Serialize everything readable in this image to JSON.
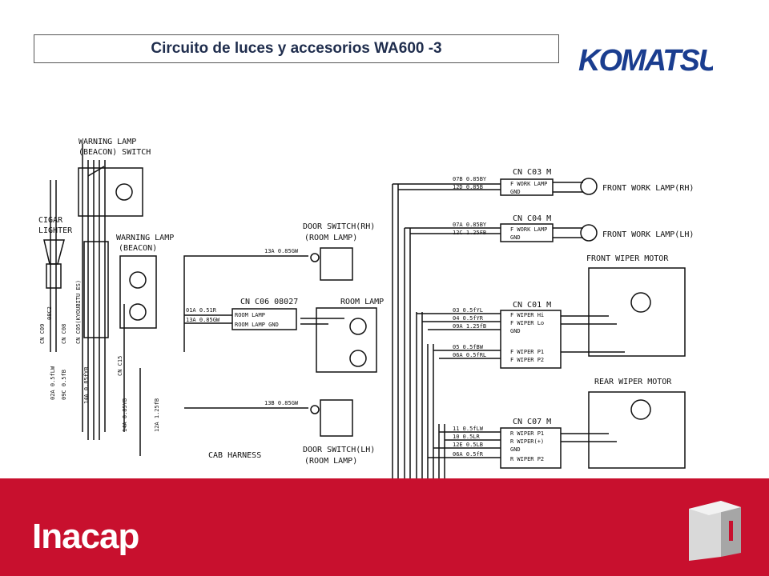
{
  "header": {
    "title": "Circuito de luces y accesorios   WA600 -3",
    "logo_text": "KOMATSU"
  },
  "diagram": {
    "labels": {
      "warning_switch": "WARNING LAMP",
      "warning_switch_2": "(BEACON) SWITCH",
      "cigar": "CIGAR",
      "lighter": "LIGHTER",
      "warning_lamp": "WARNING LAMP",
      "warning_lamp_2": "(BEACON)",
      "door_rh": "DOOR SWITCH(RH)",
      "door_rh_2": "(ROOM LAMP)",
      "room_lamp": "ROOM LAMP",
      "door_lh": "DOOR SWITCH(LH)",
      "door_lh_2": "(ROOM LAMP)",
      "cab_harness": "CAB HARNESS",
      "cn_c06": "CN C06 08027",
      "cn_c03": "CN C03 M",
      "cn_c04": "CN C04 M",
      "cn_c01": "CN C01 M",
      "cn_c07": "CN C07 M",
      "front_work_rh": "FRONT WORK LAMP(RH)",
      "front_work_lh": "FRONT WORK LAMP(LH)",
      "front_wiper": "FRONT WIPER MOTOR",
      "rear_wiper": "REAR WIPER MOTOR"
    },
    "wires": {
      "w13a": "13A 0.85GW",
      "w01a": "01A 0.51R",
      "w13a2": "13A 0.85GW",
      "w13b": "13B 0.85GW",
      "w07b": "07B 0.85BY",
      "w12d": "12D 0.85B",
      "w07a": "07A 0.85BY",
      "w12c": "12C 1.25FB",
      "w03": "03 0.5fYL",
      "w04": "04 0.5fYR",
      "w09a": "09A 1.25fB",
      "w05": "05 0.5fBW",
      "w06a": "06A 0.5fRL",
      "w11": "11 0.5fLW",
      "w10": "10 0.5LR",
      "w12e": "12E 0.5LB",
      "w06a2": "06A 0.5fR"
    },
    "pins": {
      "c06": [
        "ROOM LAMP",
        "ROOM LAMP GND"
      ],
      "c03": [
        "F WORK LAMP",
        "GND"
      ],
      "c04": [
        "F WORK LAMP",
        "GND"
      ],
      "c01": [
        "F WIPER Hi",
        "F WIPER Lo",
        "GND",
        "",
        "F WIPER P1",
        "F WIPER P2"
      ],
      "c07": [
        "R WIPER P1",
        "R WIPER(+)",
        "GND",
        "R WIPER P2"
      ]
    },
    "vertical": {
      "v1": "CN C09",
      "v2": "08C2",
      "v3": "CN C08",
      "v4": "CN C05(KYOUBITU ES)",
      "v5": "02A 0.5fLW",
      "v6": "09C 0.5fB",
      "v7": "14A 0.85fYB",
      "v8": "CN C15",
      "v9": "14A 0.85YB",
      "v10": "12A 1.25fB"
    }
  },
  "footer": {
    "brand": "Inacap",
    "color": "#c8102e"
  }
}
